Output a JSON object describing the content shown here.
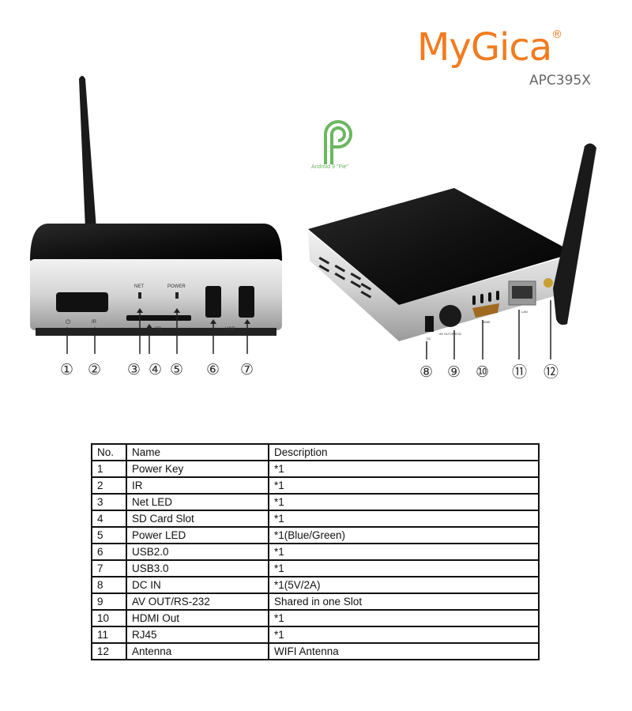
{
  "brand": {
    "name": "MyGica",
    "registered": "®",
    "model": "APC395X"
  },
  "os_badge": {
    "label": "Android 9 \"Pie\"",
    "color": "#6cb660"
  },
  "front_labels": {
    "power_symbol": "⏻",
    "ir": "IR",
    "net": "NET",
    "power": "POWER",
    "sd": "SD",
    "usb": "USB"
  },
  "rear_labels": {
    "dc": "DC",
    "av": "AV OUT/RS232",
    "hdmi": "HDMI",
    "lan": "LAN"
  },
  "callouts": [
    "①",
    "②",
    "③",
    "④",
    "⑤",
    "⑥",
    "⑦",
    "⑧",
    "⑨",
    "⑩",
    "⑪",
    "⑫"
  ],
  "table": {
    "headers": [
      "No.",
      "Name",
      "Description"
    ],
    "rows": [
      [
        "1",
        "Power Key",
        "*1"
      ],
      [
        "2",
        "IR",
        "*1"
      ],
      [
        "3",
        "Net LED",
        "*1"
      ],
      [
        "4",
        "SD Card Slot",
        "*1"
      ],
      [
        "5",
        "Power LED",
        "*1(Blue/Green)"
      ],
      [
        "6",
        "USB2.0",
        "*1"
      ],
      [
        "7",
        "USB3.0",
        "*1"
      ],
      [
        "8",
        "DC IN",
        "*1(5V/2A)"
      ],
      [
        "9",
        "AV OUT/RS-232",
        "Shared in one Slot"
      ],
      [
        "10",
        "HDMI Out",
        "*1"
      ],
      [
        "11",
        "RJ45",
        "*1"
      ],
      [
        "12",
        "Antenna",
        "WIFI Antenna"
      ]
    ]
  }
}
